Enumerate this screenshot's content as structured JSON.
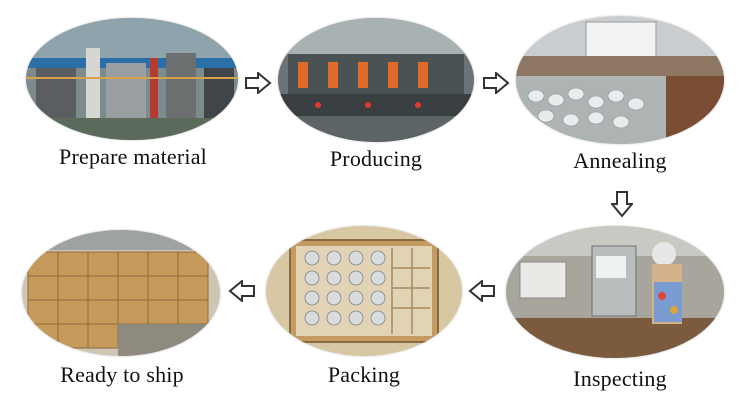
{
  "steps": [
    {
      "label": "Prepare material",
      "scene": "factory-floor-photo"
    },
    {
      "label": "Producing",
      "scene": "production-machine-photo"
    },
    {
      "label": "Annealing",
      "scene": "annealing-conveyor-photo"
    },
    {
      "label": "Inspecting",
      "scene": "inspection-worker-photo"
    },
    {
      "label": "Packing",
      "scene": "packed-jars-box-photo"
    },
    {
      "label": "Ready to ship",
      "scene": "stacked-cartons-photo"
    }
  ],
  "arrows": [
    "arrow-right-outline-icon",
    "arrow-right-outline-icon",
    "arrow-down-outline-icon",
    "arrow-left-outline-icon",
    "arrow-left-outline-icon"
  ],
  "colors": {
    "arrow_stroke": "#333333",
    "label_text": "#111111",
    "background": "#ffffff"
  }
}
